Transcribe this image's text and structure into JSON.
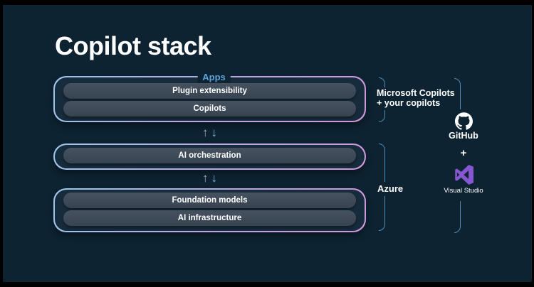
{
  "title": "Copilot stack",
  "stack": {
    "apps_box": {
      "label": "Apps",
      "pills": [
        "Plugin extensibility",
        "Copilots"
      ]
    },
    "orchestration_box": {
      "pills": [
        "AI orchestration"
      ]
    },
    "infrastructure_box": {
      "pills": [
        "Foundation models",
        "AI infrastructure"
      ]
    },
    "arrows": {
      "up": "↑",
      "down": "↓"
    }
  },
  "annotations": {
    "copilots_label_line1": "Microsoft Copilots",
    "copilots_label_line2": "+ your copilots",
    "azure_label": "Azure"
  },
  "right_column": {
    "github_label": "GitHub",
    "plus": "+",
    "visual_studio_label": "Visual Studio"
  },
  "colors": {
    "background": "#0d2332",
    "frame_black": "#000000",
    "box_fill": "#162b3c",
    "pill_fill": "#3e4a57",
    "border_gradient_start": "#9cc6e9",
    "border_gradient_mid": "#b7a9e2",
    "border_gradient_end": "#cf97d8",
    "apps_label_blue": "#5da3d8",
    "bracket_blue": "#4c8cba",
    "arrow_up_top": "#8fbcdf",
    "arrow_up_bottom": "#c99fce",
    "arrow_down_blue": "#84b6db",
    "vs_purple": "#8757d2",
    "text_white": "#f5f8fa"
  }
}
